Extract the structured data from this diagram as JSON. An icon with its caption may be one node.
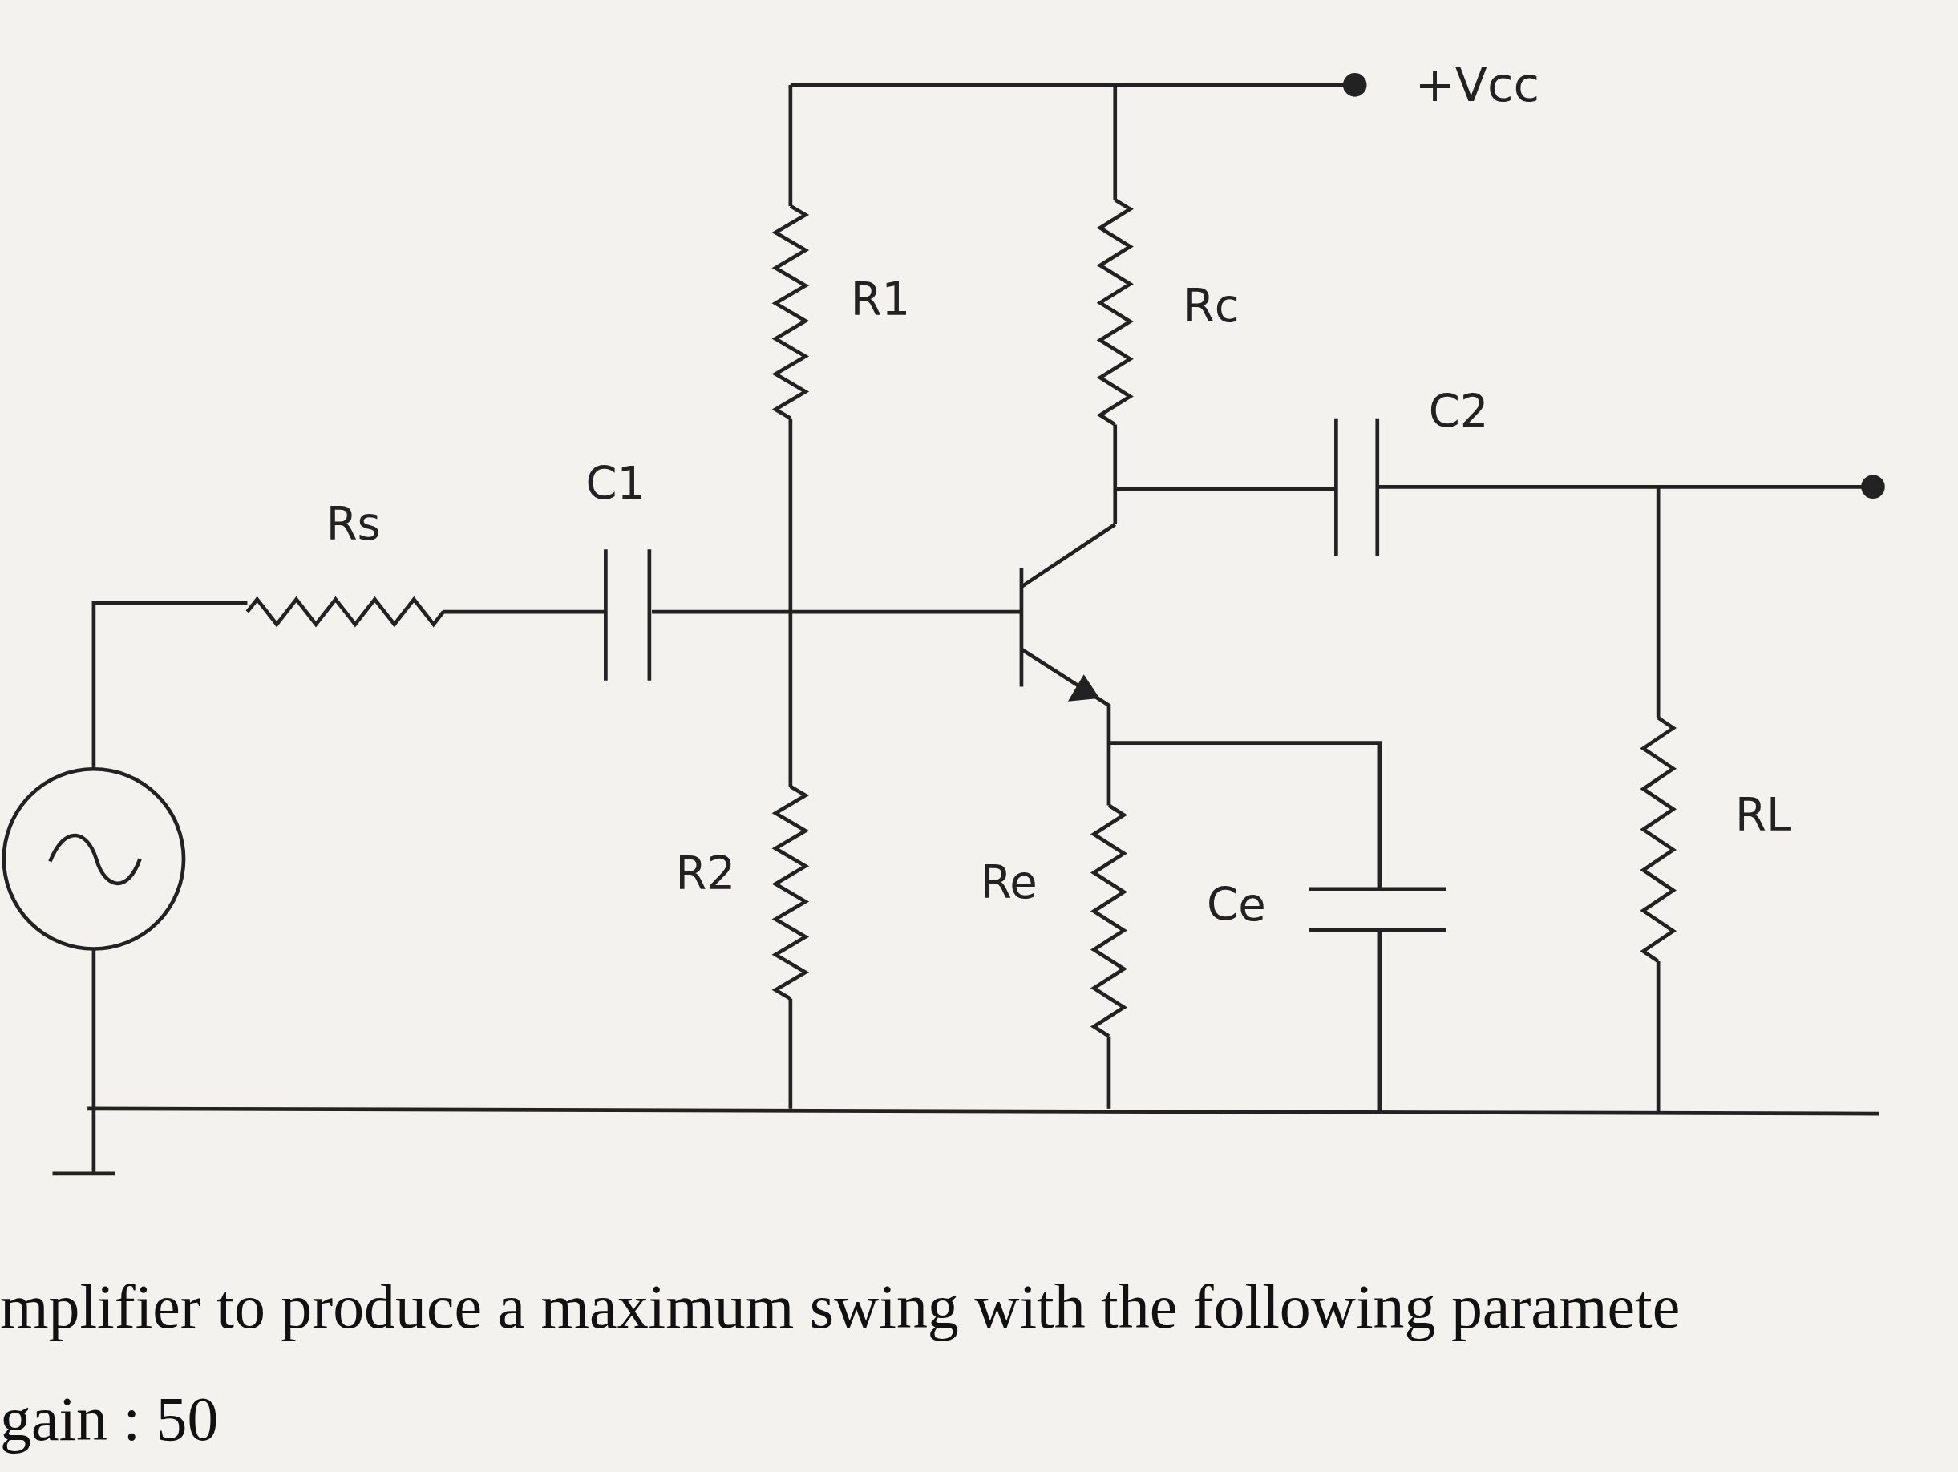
{
  "diagram": {
    "labels": [
      "+Vcc",
      "R1",
      "Rc",
      "C2",
      "C1",
      "Rs",
      "R2",
      "Re",
      "Ce",
      "RL",
      "mplifier to produce a maximum swing with the following paramete",
      "gain : 50"
    ]
  }
}
